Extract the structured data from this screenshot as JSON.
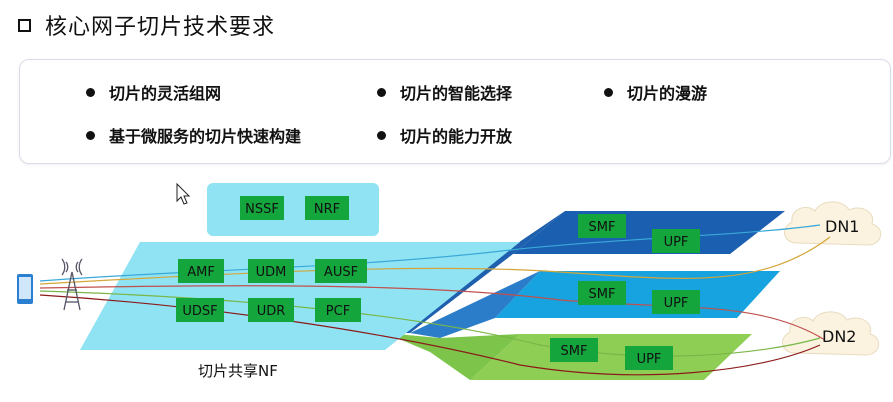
{
  "title": "核心网子切片技术要求",
  "requirements": [
    "切片的灵活组网",
    "切片的智能选择",
    "切片的漫游",
    "基于微服务的切片快速构建",
    "切片的能力开放"
  ],
  "diagram": {
    "top_functions": [
      "NSSF",
      "NRF"
    ],
    "shared_functions": [
      "AMF",
      "UDM",
      "AUSF",
      "UDSF",
      "UDR",
      "PCF"
    ],
    "shared_caption": "切片共享NF",
    "slices": [
      {
        "smf": "SMF",
        "upf": "UPF"
      },
      {
        "smf": "SMF",
        "upf": "UPF"
      },
      {
        "smf": "SMF",
        "upf": "UPF"
      }
    ],
    "networks": [
      "DN1",
      "DN2"
    ]
  },
  "colors": {
    "shared_platform": "#8fe3f3",
    "slice_dark": "#1b5fb0",
    "slice_light": "#17a3df",
    "slice_green": "#8fce55",
    "nf_box": "#14a53c",
    "cloud": "#fbf3df"
  },
  "icons": [
    "phone-icon",
    "antenna-tower-icon",
    "cloud-icon",
    "cursor-icon"
  ]
}
